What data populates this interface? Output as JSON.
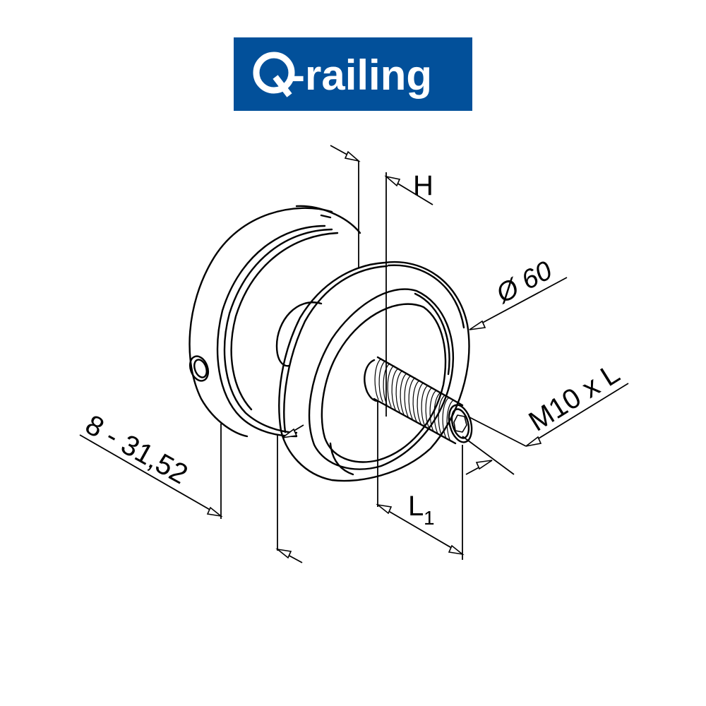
{
  "brand": {
    "name": "Q-railing",
    "logo_prefix": "Q",
    "logo_suffix": "-railing",
    "background_color": "#02509a",
    "text_color": "#ffffff"
  },
  "drawing": {
    "subject": "glass adapter standoff with threaded stud",
    "line_color": "#000000",
    "dimensions": {
      "glass_thickness": "8 - 31,52",
      "height": "H",
      "diameter": "Ø 60",
      "thread": "M10 x L",
      "length": "L",
      "length_subscript": "1"
    }
  }
}
